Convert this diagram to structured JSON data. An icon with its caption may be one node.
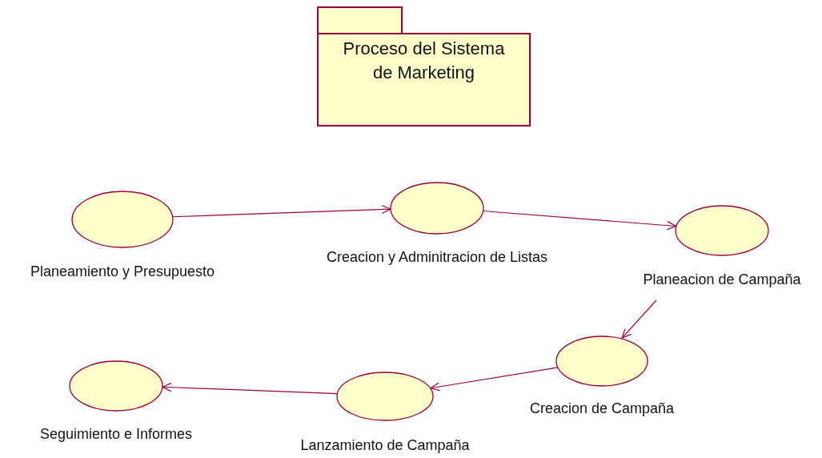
{
  "diagram": {
    "nodes": [
      {
        "text": [
          "Proceso del Sistema de Marketing"
        ]
      },
      {
        "text": [
          "Planeamiento y Presupuesto"
        ]
      },
      {
        "text": [
          "Creacion y Adminitracion de Listas"
        ]
      },
      {
        "text": [
          "Planeacion de Campaña"
        ]
      },
      {
        "text": [
          "Creacion de Campaña"
        ]
      },
      {
        "text": [
          "Lanzamiento de Campaña"
        ]
      },
      {
        "text": [
          "Seguimiento e Informes"
        ]
      }
    ],
    "edges": [
      {
        "from": 1,
        "to": 2,
        "arrow": "to"
      },
      {
        "from": 2,
        "to": 3,
        "arrow": "to"
      },
      {
        "from": 3,
        "to": 4,
        "arrow": "to"
      },
      {
        "from": 4,
        "to": 5,
        "arrow": "to"
      },
      {
        "from": 5,
        "to": 6,
        "arrow": "to"
      }
    ]
  }
}
